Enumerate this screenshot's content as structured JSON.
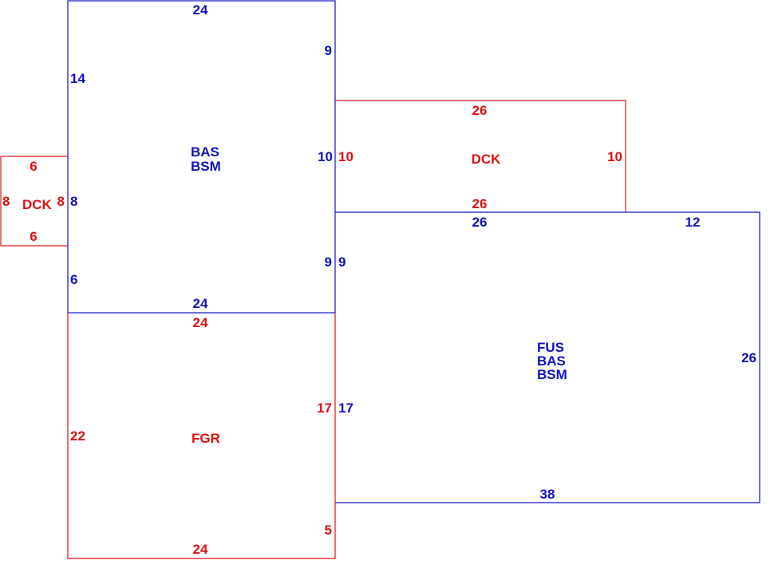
{
  "colors": {
    "main": "#1010c0",
    "addition": "#dd1111"
  },
  "areas": {
    "bas_main": {
      "codes": [
        "BAS",
        "BSM"
      ]
    },
    "deck_left": {
      "code": "DCK"
    },
    "deck_right": {
      "code": "DCK"
    },
    "fus_wing": {
      "codes": [
        "FUS",
        "BAS",
        "BSM"
      ]
    },
    "garage": {
      "code": "FGR"
    }
  },
  "dimensions": {
    "bas_top": "24",
    "bas_right_upper": "9",
    "bas_left_upper": "14",
    "bas_right_middle": "10",
    "bas_left_middle": "8",
    "bas_right_lower": "9",
    "bas_left_lower": "6",
    "bas_bottom": "24",
    "deck_left_top": "6",
    "deck_left_left": "8",
    "deck_left_bottom": "6",
    "deck_right_top": "26",
    "deck_right_left": "10",
    "deck_right_right": "10",
    "deck_right_bottom": "26",
    "fus_top_left": "26",
    "fus_top_right": "12",
    "fus_left": "9",
    "fus_right": "26",
    "fus_left_lower": "17",
    "fus_bottom": "38",
    "fgr_top": "24",
    "fgr_left": "22",
    "fgr_right": "17",
    "fgr_right_lower": "5",
    "fgr_bottom": "24"
  }
}
